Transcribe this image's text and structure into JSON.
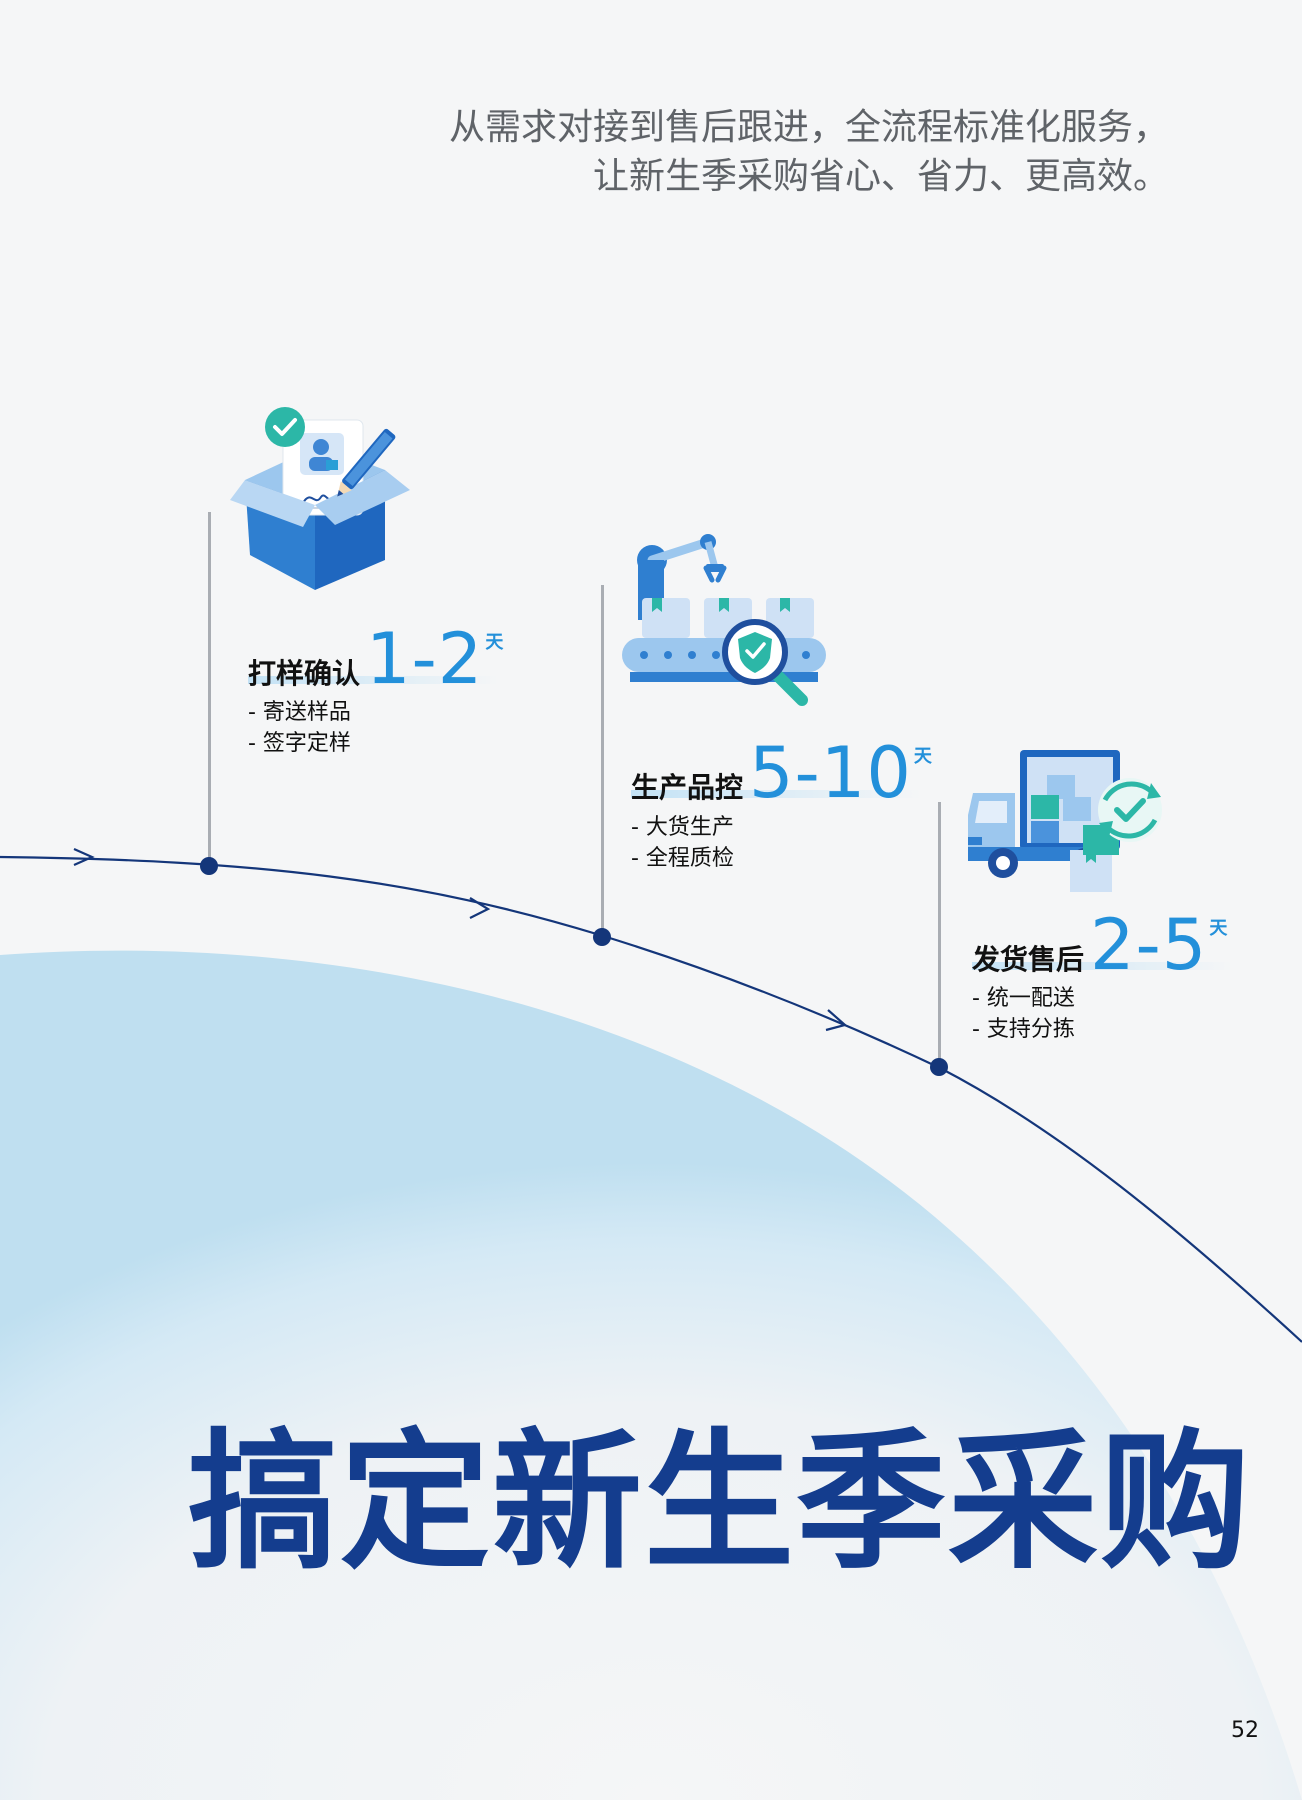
{
  "intro": {
    "line1": "从需求对接到售后跟进，全流程标准化服务，",
    "line2": "让新生季采购省心、省力、更高效。"
  },
  "steps": [
    {
      "title": "打样确认",
      "days": "1-2",
      "unit": "天",
      "items": [
        "- 寄送样品",
        "- 签字定样"
      ],
      "icon": "sample-box-signature-icon"
    },
    {
      "title": "生产品控",
      "days": "5-10",
      "unit": "天",
      "items": [
        "- 大货生产",
        "- 全程质检"
      ],
      "icon": "production-line-quality-icon"
    },
    {
      "title": "发货售后",
      "days": "2-5",
      "unit": "天",
      "items": [
        "- 统一配送",
        "- 支持分拣"
      ],
      "icon": "delivery-truck-icon"
    }
  ],
  "main_title": "搞定新生季采购",
  "page_number": "52",
  "colors": {
    "accent_blue": "#2390da",
    "title_navy": "#143d8e",
    "timeline_navy": "#14367a",
    "wave_light": "#cfe6f4"
  }
}
